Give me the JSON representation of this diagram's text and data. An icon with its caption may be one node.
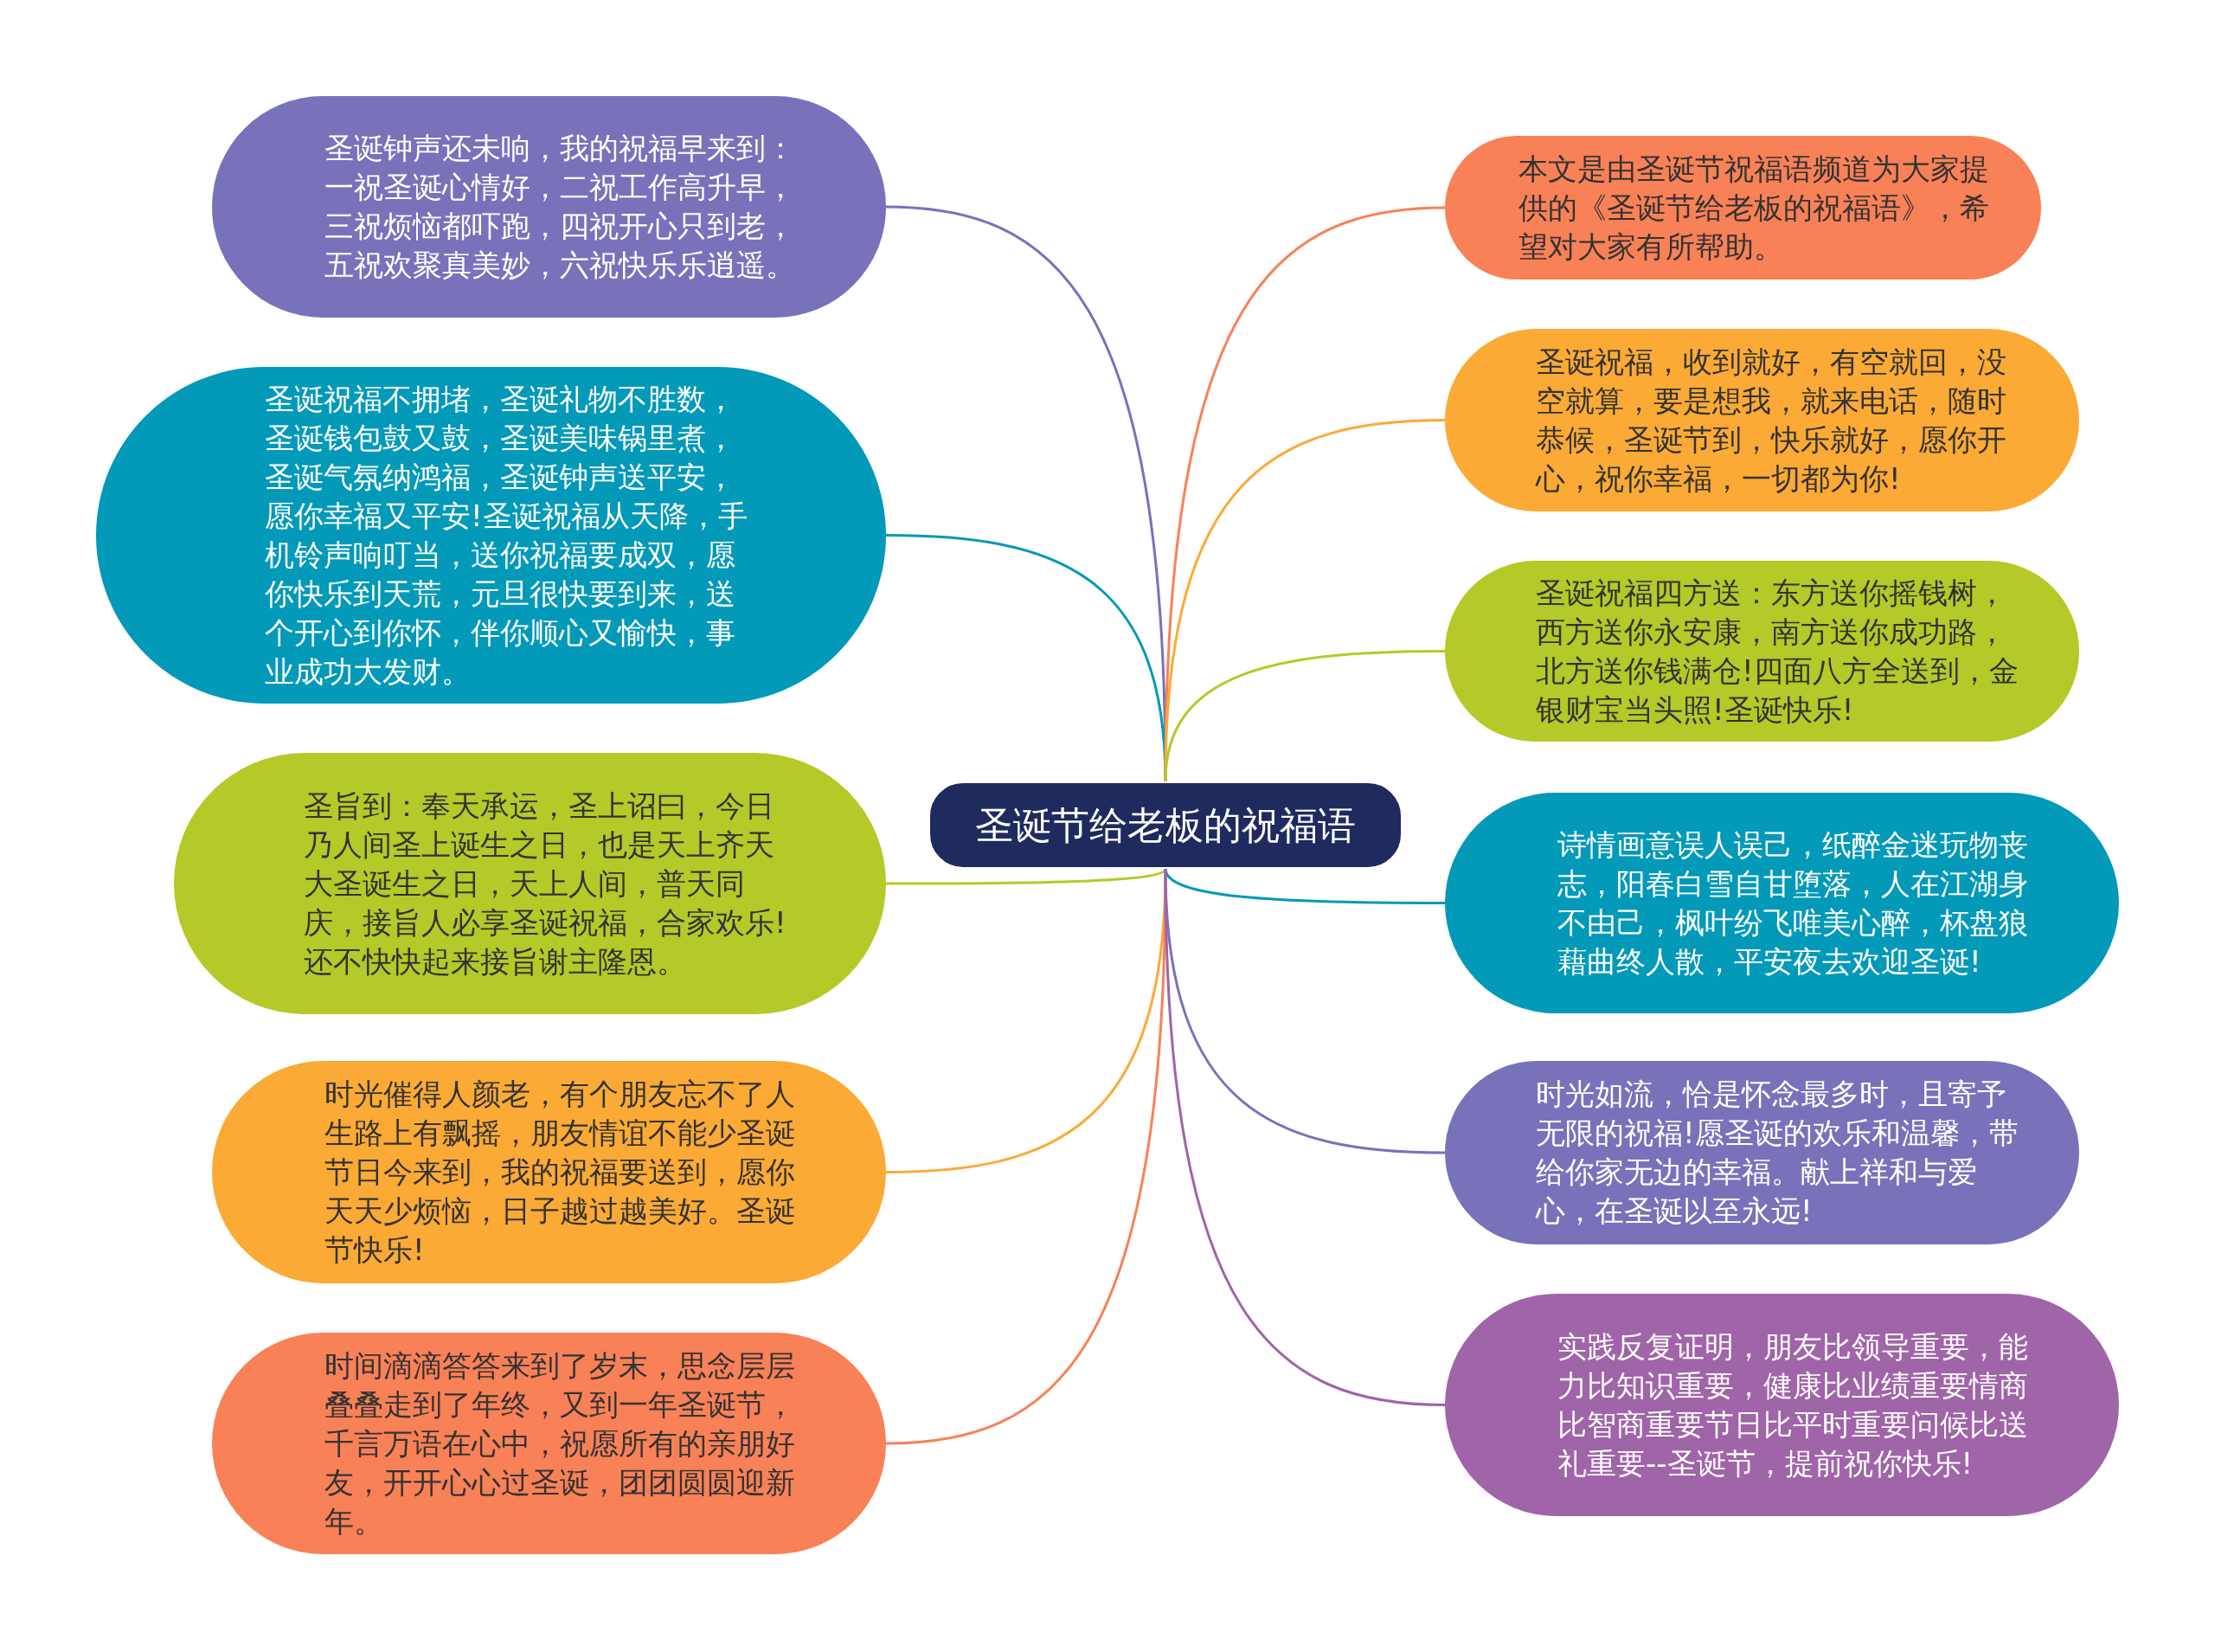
{
  "diagram": {
    "nodes": [
      {
        "text": [
          "圣诞节给老板的祝福语"
        ]
      },
      {
        "text": [
          "圣诞钟声还未响，我的祝福早来到：一祝圣诞心情好，二祝工作高升早，三祝烦恼都吓跑，四祝开心只到老，五祝欢聚真美妙，六祝快乐乐逍遥。"
        ]
      },
      {
        "text": [
          "圣诞祝福不拥堵，圣诞礼物不胜数，圣诞钱包鼓又鼓，圣诞美味锅里煮，圣诞气氛纳鸿福，圣诞钟声送平安，愿你幸福又平安!圣诞祝福从天降，手机铃声响叮当，送你祝福要成双，愿你快乐到天荒，元旦很快要到来，送个开心到你怀，伴你顺心又愉快，事业成功大发财。"
        ]
      },
      {
        "text": [
          "圣旨到：奉天承运，圣上诏曰，今日乃人间圣上诞生之日，也是天上齐天大圣诞生之日，天上人间，普天同庆，接旨人必享圣诞祝福，合家欢乐!还不快快起来接旨谢主隆恩。"
        ]
      },
      {
        "text": [
          "时光催得人颜老，有个朋友忘不了人生路上有飘摇，朋友情谊不能少圣诞节日今来到，我的祝福要送到，愿你天天少烦恼，日子越过越美好。圣诞节快乐!"
        ]
      },
      {
        "text": [
          "时间滴滴答答来到了岁末，思念层层叠叠走到了年终，又到一年圣诞节，千言万语在心中，祝愿所有的亲朋好友，开开心心过圣诞，团团圆圆迎新年。"
        ]
      },
      {
        "text": [
          "本文是由圣诞节祝福语频道为大家提供的《圣诞节给老板的祝福语》，希望对大家有所帮助。"
        ]
      },
      {
        "text": [
          "圣诞祝福，收到就好，有空就回，没空就算，要是想我，就来电话，随时恭候，圣诞节到，快乐就好，愿你开心，祝你幸福，一切都为你!"
        ]
      },
      {
        "text": [
          "圣诞祝福四方送：东方送你摇钱树，西方送你永安康，南方送你成功路，北方送你钱满仓!四面八方全送到，金银财宝当头照!圣诞快乐!"
        ]
      },
      {
        "text": [
          "诗情画意误人误己，纸醉金迷玩物丧志，阳春白雪自甘堕落，人在江湖身不由己，枫叶纷飞唯美心醉，杯盘狼藉曲终人散，平安夜去欢迎圣诞!"
        ]
      },
      {
        "text": [
          "时光如流，恰是怀念最多时，且寄予无限的祝福!愿圣诞的欢乐和温馨，带给你家无边的幸福。献上祥和与爱心，在圣诞以至永远!"
        ]
      },
      {
        "text": [
          "实践反复证明，朋友比领导重要，能力比知识重要，健康比业绩重要情商比智商重要节日比平时重要问候比送礼重要--圣诞节，提前祝你快乐!"
        ]
      }
    ],
    "edges": [
      {
        "from": 0,
        "to": 1,
        "arrow": "none",
        "color": "#7872bb"
      },
      {
        "from": 0,
        "to": 2,
        "arrow": "none",
        "color": "#0399b9"
      },
      {
        "from": 0,
        "to": 3,
        "arrow": "none",
        "color": "#b5c928"
      },
      {
        "from": 0,
        "to": 4,
        "arrow": "none",
        "color": "#fbaa35"
      },
      {
        "from": 0,
        "to": 5,
        "arrow": "none",
        "color": "#f88157"
      },
      {
        "from": 0,
        "to": 6,
        "arrow": "none",
        "color": "#f88157"
      },
      {
        "from": 0,
        "to": 7,
        "arrow": "none",
        "color": "#fbaa35"
      },
      {
        "from": 0,
        "to": 8,
        "arrow": "none",
        "color": "#b5c928"
      },
      {
        "from": 0,
        "to": 9,
        "arrow": "none",
        "color": "#0399b9"
      },
      {
        "from": 0,
        "to": 10,
        "arrow": "none",
        "color": "#7872bb"
      },
      {
        "from": 0,
        "to": 11,
        "arrow": "none",
        "color": "#a064a8"
      }
    ]
  }
}
